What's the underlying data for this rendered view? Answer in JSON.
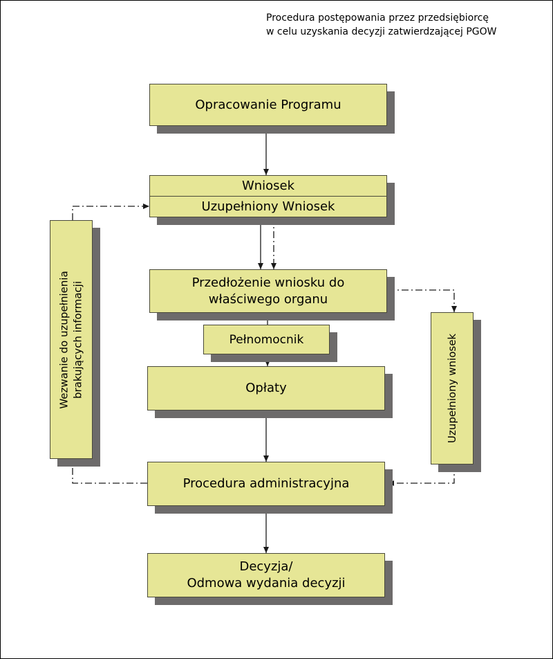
{
  "title": {
    "line1": "Procedura postępowania przez przedsiębiorcę",
    "line2": "w celu uzyskania decyzji zatwierdzającej PGOW"
  },
  "nodes": {
    "opracowanie": "Opracowanie Programu",
    "wniosek": "Wniosek",
    "uzupelniony_wniosek": "Uzupełniony Wniosek",
    "przedlozenie_line1": "Przedłożenie wniosku do",
    "przedlozenie_line2": "właściwego organu",
    "pelnomocnik": "Pełnomocnik",
    "oplaty": "Opłaty",
    "procedura": "Procedura administracyjna",
    "decyzja_line1": "Decyzja/",
    "decyzja_line2": "Odmowa wydania decyzji",
    "wezwanie_line1": "Wezwanie do uzupełnienia",
    "wezwanie_line2": "brakujących informacji",
    "uzupelniony_side": "Uzupełniony wniosek"
  },
  "colors": {
    "box_fill": "#e6e696",
    "box_shadow": "#6d6b6b",
    "line": "#1a1a1a"
  }
}
